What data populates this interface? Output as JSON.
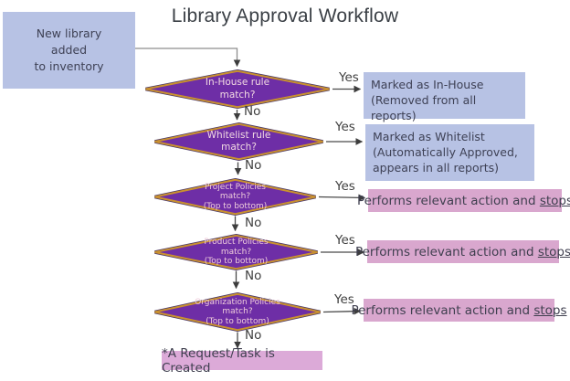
{
  "title": "Library Approval Workflow",
  "start_box": {
    "line1": "New library",
    "line2": "added",
    "line3": "to inventory"
  },
  "decisions": [
    {
      "line1": "In-House rule",
      "line2": "match?",
      "yes": "Yes",
      "no": "No"
    },
    {
      "line1": "Whitelist rule",
      "line2": "match?",
      "yes": "Yes",
      "no": "No"
    },
    {
      "line1": "Project Policies",
      "line2": "match?",
      "line3": "(Top to bottom)",
      "yes": "Yes",
      "no": "No"
    },
    {
      "line1": "Product Policies",
      "line2": "match?",
      "line3": "(Top to bottom)",
      "yes": "Yes",
      "no": "No"
    },
    {
      "line1": "Organization Policies",
      "line2": "match?",
      "line3": "(Top to bottom)",
      "yes": "Yes",
      "no": "No"
    }
  ],
  "outcomes": {
    "in_house": {
      "line1": "Marked as In-House",
      "line2": "(Removed from all reports)"
    },
    "whitelist": {
      "line1": "Marked as Whitelist",
      "line2": "(Automatically Approved,",
      "line3": "appears in all reports)"
    },
    "policy_action": {
      "prefix": "Performs relevant action and ",
      "emphasis": "stops"
    }
  },
  "end_box": {
    "label": "*A Request/Task is Created"
  },
  "colors": {
    "diamond_fill": "#6e2ea6",
    "diamond_border": "#c9912f",
    "blue_box": "#b7c2e4",
    "pink_box": "#d9a7ce",
    "end_box": "#dcaad8",
    "arrow": "#4a4a4a"
  }
}
